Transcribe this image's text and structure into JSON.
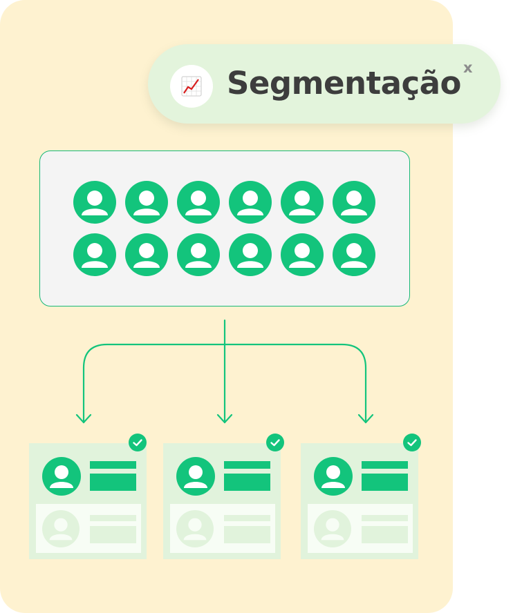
{
  "badge": {
    "title": "Segmentação",
    "close_label": "x",
    "icon": "chart-increasing-icon"
  },
  "group": {
    "avatar_count": 12,
    "icon": "user-icon"
  },
  "segments": [
    {
      "icon": "user-icon",
      "selected": true
    },
    {
      "icon": "user-icon",
      "selected": true
    },
    {
      "icon": "user-icon",
      "selected": true
    }
  ],
  "colors": {
    "background": "#fef2d0",
    "accent_green": "#13c47c",
    "badge_bg": "#e3f4dc",
    "card_bg": "#e1f3dc",
    "box_bg": "#f4f4f4",
    "title_text": "#3d3d3d"
  }
}
